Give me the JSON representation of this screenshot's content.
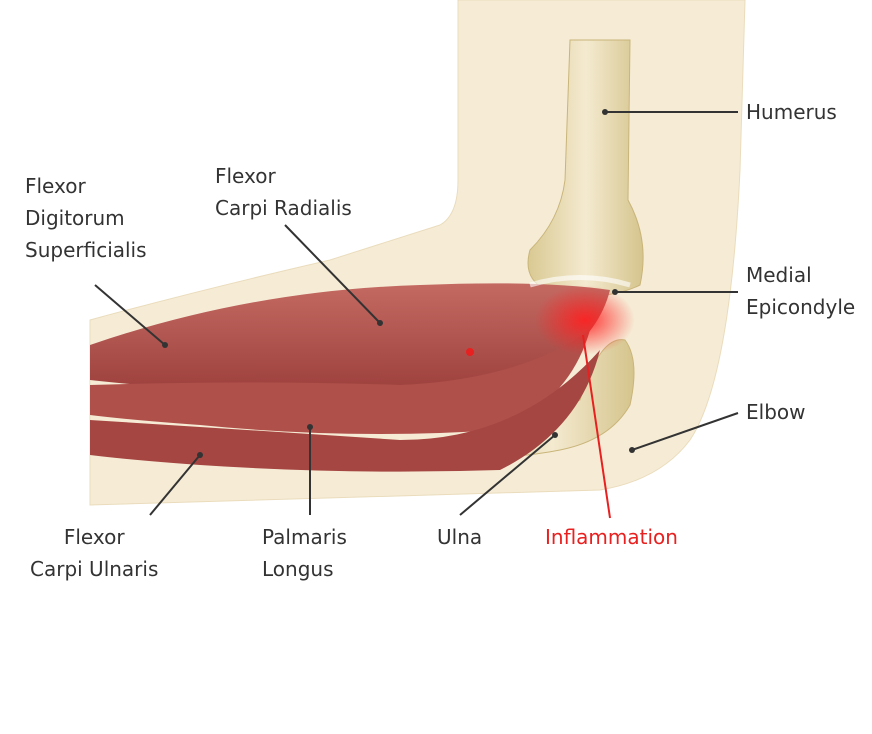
{
  "title": "Elbow anatomy: medial epicondylitis",
  "labels": {
    "fds": [
      "Flexor",
      "Digitorum",
      "Superficialis"
    ],
    "fcr": [
      "Flexor",
      "Carpi Radialis"
    ],
    "humerus": "Humerus",
    "medial_epicondyle": [
      "Medial",
      "Epicondyle"
    ],
    "elbow": "Elbow",
    "fcu": [
      "Flexor",
      "Carpi Ulnaris"
    ],
    "palmaris": [
      "Palmaris",
      "Longus"
    ],
    "ulna": "Ulna",
    "inflammation": "Inflammation"
  },
  "colors": {
    "skin": "#f6ecd6",
    "bone": "#e9dcae",
    "muscle": "#b4544f",
    "inflammation": "#e8201f",
    "leader": "#333333"
  }
}
